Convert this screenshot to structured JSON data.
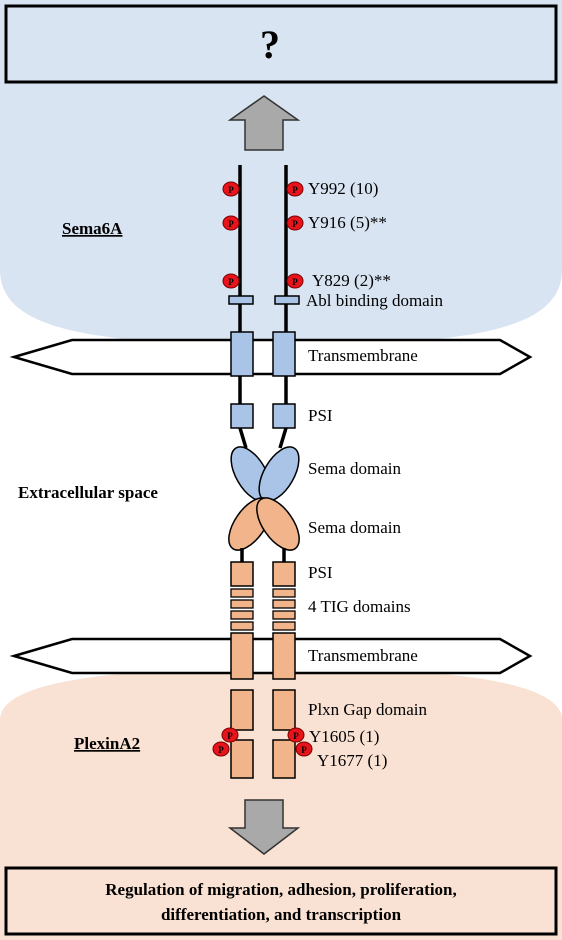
{
  "top_box": {
    "text": "?"
  },
  "bottom_box": {
    "line1": "Regulation of migration, adhesion, proliferation,",
    "line2": "differentiation, and transcription"
  },
  "sema6a": {
    "title": "Sema6A",
    "phospho_sites": [
      "Y992 (10)",
      "Y916 (5)**",
      "Y829 (2)**"
    ],
    "abl": "Abl binding domain",
    "transmembrane": "Transmembrane",
    "psi": "PSI",
    "sema_domain": "Sema domain"
  },
  "extracellular_label": "Extracellular space",
  "plexina2": {
    "title": "PlexinA2",
    "sema_domain": "Sema domain",
    "psi": "PSI",
    "tig": "4 TIG domains",
    "transmembrane": "Transmembrane",
    "gap": "Plxn Gap domain",
    "phospho_sites": [
      "Y1605 (1)",
      "Y1677 (1)"
    ]
  },
  "phospho_symbol": "P",
  "colors": {
    "sema_region": "#d9e4f3",
    "plexin_region": "#f9e1d3",
    "sema_domain": "#a9c4e6",
    "plexin_domain": "#f2b48a",
    "phospho": "#e8141b",
    "arrow": "#a9a9a9"
  }
}
